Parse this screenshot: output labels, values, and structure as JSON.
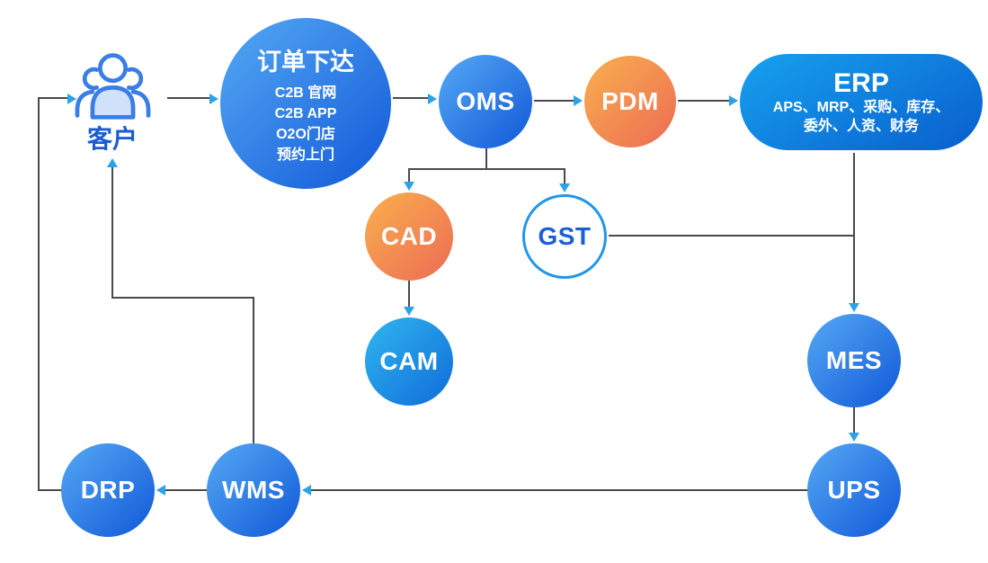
{
  "diagram": {
    "customer": {
      "label": "客户"
    },
    "order_node": {
      "title": "订单下达",
      "lines": [
        "C2B 官网",
        "C2B APP",
        "O2O门店",
        "预约上门"
      ]
    },
    "erp_node": {
      "title": "ERP",
      "subtitle_line1": "APS、MRP、采购、库存、",
      "subtitle_line2": "委外、人资、财务"
    },
    "nodes": {
      "oms": "OMS",
      "pdm": "PDM",
      "cad": "CAD",
      "gst": "GST",
      "cam": "CAM",
      "mes": "MES",
      "ups": "UPS",
      "wms": "WMS",
      "drp": "DRP"
    },
    "colors": {
      "blue_gradient_start": "#55A9F4",
      "blue_gradient_end": "#1760DB",
      "orange_gradient_start": "#F9B04E",
      "orange_gradient_end": "#EE7254",
      "erp_gradient_start": "#16A2EE",
      "erp_gradient_end": "#0A61CF",
      "cam_gradient_start": "#30B7EE",
      "cam_gradient_end": "#1273DC",
      "gst_border": "#2196E8",
      "gst_text": "#1A5FD6",
      "line": "#4A4A4A",
      "arrow": "#2BA3E8",
      "customer_label_color": "#1A5CD2"
    }
  }
}
